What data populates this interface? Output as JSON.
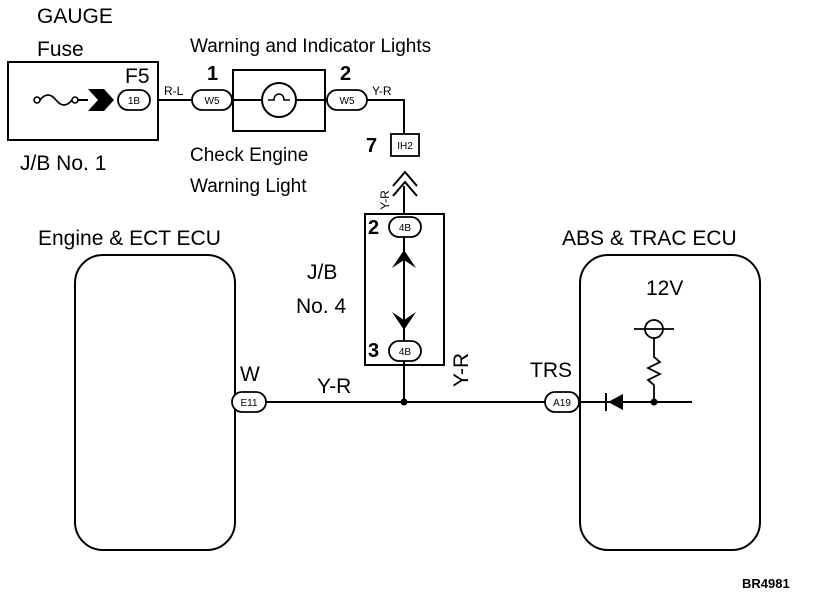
{
  "labels": {
    "gauge": "GAUGE",
    "fuse": "Fuse",
    "fuse_number": "F5",
    "jb1": "J/B No. 1",
    "warning_lights": "Warning and Indicator Lights",
    "check_engine_1": "Check Engine",
    "check_engine_2": "Warning Light",
    "engine_ecu": "Engine & ECT ECU",
    "abs_ecu": "ABS & TRAC ECU",
    "voltage": "12V",
    "jb4_line1": "J/B",
    "jb4_line2": "No. 4",
    "figure_code": "BR4981"
  },
  "pins": {
    "p1": "1",
    "p2": "2",
    "p7": "7",
    "jb4_top": "2",
    "jb4_bottom": "3"
  },
  "connectors": {
    "fuse": "1B",
    "w5_left": "W5",
    "w5_right": "W5",
    "ih2": "IH2",
    "jb4_top": "4B",
    "jb4_bottom": "4B",
    "e11": "E11",
    "a19": "A19"
  },
  "wire_colors": {
    "fuse_to_light": "R-L",
    "light_to_ih2": "Y-R",
    "ih2_to_jb4": "Y-R",
    "jb4_down": "Y-R",
    "to_engine": "Y-R",
    "engine_terminal": "W",
    "abs_terminal": "TRS"
  }
}
